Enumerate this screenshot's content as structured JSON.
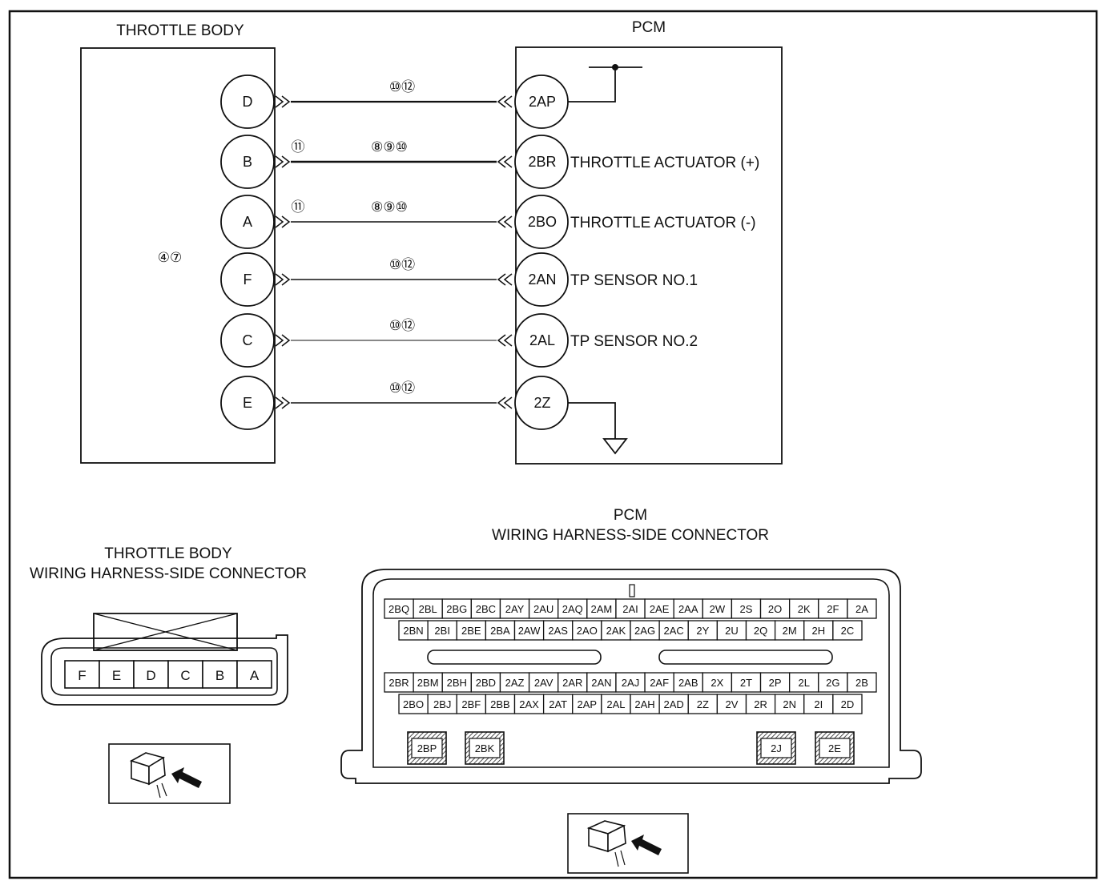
{
  "diagram": {
    "throttle_body": {
      "title": "THROTTLE BODY",
      "location_note": "④⑦",
      "pins": [
        "D",
        "B",
        "A",
        "F",
        "C",
        "E"
      ]
    },
    "pcm": {
      "title": "PCM",
      "terminals": [
        "2AP",
        "2BR",
        "2BO",
        "2AN",
        "2AL",
        "2Z"
      ],
      "signals": [
        "",
        "THROTTLE ACTUATOR (+)",
        "THROTTLE ACTUATOR (-)",
        "TP SENSOR NO.1",
        "TP SENSOR NO.2",
        ""
      ]
    },
    "wires": [
      {
        "notes_a": "",
        "notes_b": "⑩⑫"
      },
      {
        "notes_a": "⑪",
        "notes_b": "⑧⑨⑩"
      },
      {
        "notes_a": "⑪",
        "notes_b": "⑧⑨⑩"
      },
      {
        "notes_a": "",
        "notes_b": "⑩⑫"
      },
      {
        "notes_a": "",
        "notes_b": "⑩⑫"
      },
      {
        "notes_a": "",
        "notes_b": "⑩⑫"
      }
    ]
  },
  "tb_connector": {
    "title_line1": "THROTTLE BODY",
    "title_line2": "WIRING HARNESS-SIDE CONNECTOR",
    "pins": [
      "F",
      "E",
      "D",
      "C",
      "B",
      "A"
    ]
  },
  "pcm_connector": {
    "title_line1": "PCM",
    "title_line2": "WIRING HARNESS-SIDE CONNECTOR",
    "row1": [
      "2BQ",
      "2BL",
      "2BG",
      "2BC",
      "2AY",
      "2AU",
      "2AQ",
      "2AM",
      "2AI",
      "2AE",
      "2AA",
      "2W",
      "2S",
      "2O",
      "2K",
      "2F",
      "2A"
    ],
    "row2": [
      "2BN",
      "2BI",
      "2BE",
      "2BA",
      "2AW",
      "2AS",
      "2AO",
      "2AK",
      "2AG",
      "2AC",
      "2Y",
      "2U",
      "2Q",
      "2M",
      "2H",
      "2C"
    ],
    "row3": [
      "2BR",
      "2BM",
      "2BH",
      "2BD",
      "2AZ",
      "2AV",
      "2AR",
      "2AN",
      "2AJ",
      "2AF",
      "2AB",
      "2X",
      "2T",
      "2P",
      "2L",
      "2G",
      "2B"
    ],
    "row4": [
      "2BO",
      "2BJ",
      "2BF",
      "2BB",
      "2AX",
      "2AT",
      "2AP",
      "2AL",
      "2AH",
      "2AD",
      "2Z",
      "2V",
      "2R",
      "2N",
      "2I",
      "2D"
    ],
    "plugs": [
      "2BP",
      "2BK",
      "2J",
      "2E"
    ]
  }
}
